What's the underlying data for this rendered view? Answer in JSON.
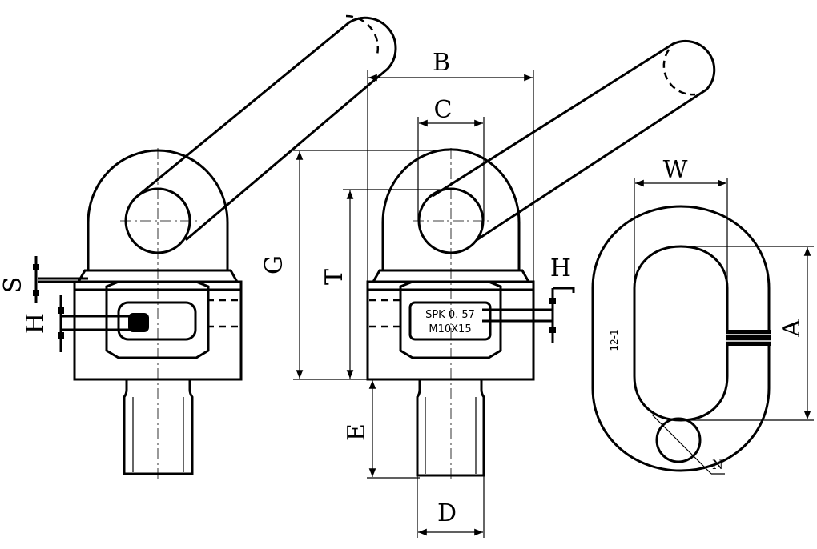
{
  "labels": {
    "B": "B",
    "C": "C",
    "G": "G",
    "T": "T",
    "E": "E",
    "D": "D",
    "W": "W",
    "A": "A",
    "S": "S",
    "H_left": "H",
    "H_right": "H",
    "N": "N"
  },
  "nameplate": {
    "line1": "SPK 0. 57",
    "line2": "M10X15"
  },
  "link_mark": "12-1"
}
